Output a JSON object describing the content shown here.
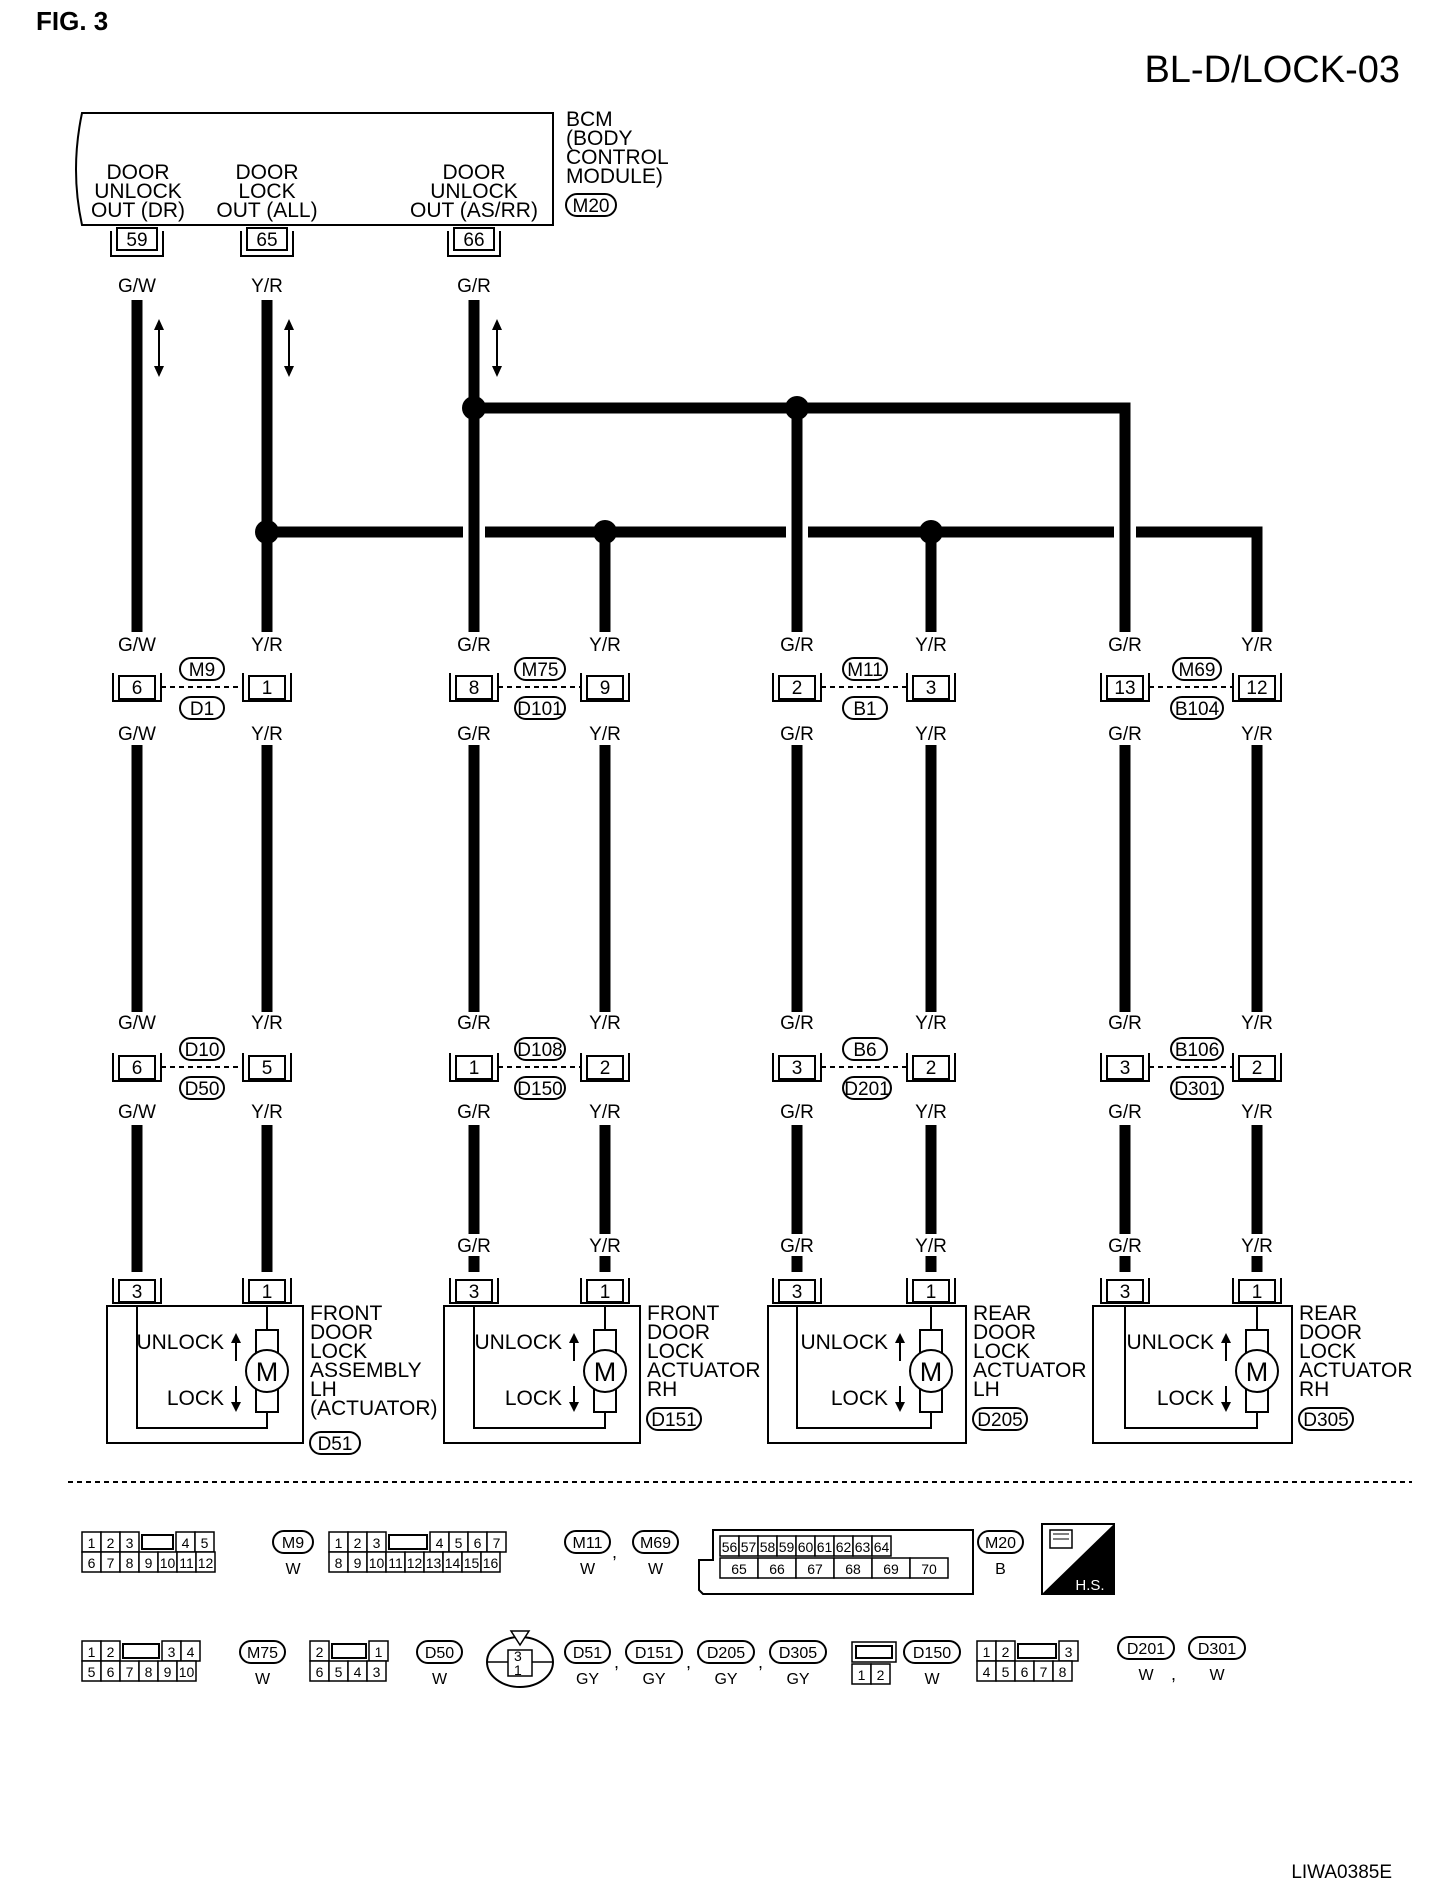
{
  "header": {
    "fig_label": "FIG. 3",
    "page_code": "BL-D/LOCK-03",
    "footer_code": "LIWA0385E"
  },
  "bcm": {
    "name_lines": [
      "BCM",
      "(BODY",
      "CONTROL",
      "MODULE)"
    ],
    "connector": "M20",
    "outputs": [
      {
        "lines": [
          "DOOR",
          "UNLOCK",
          "OUT (DR)"
        ],
        "pin": "59",
        "wire": "G/W"
      },
      {
        "lines": [
          "DOOR",
          "LOCK",
          "OUT (ALL)"
        ],
        "pin": "65",
        "wire": "Y/R"
      },
      {
        "lines": [
          "DOOR",
          "UNLOCK",
          "OUT (AS/RR)"
        ],
        "pin": "66",
        "wire": "G/R"
      }
    ]
  },
  "columns": [
    {
      "j1": {
        "top": "M9",
        "bottom": "D1",
        "lpin": "6",
        "rpin": "1"
      },
      "j2": {
        "top": "D10",
        "bottom": "D50",
        "lpin": "6",
        "rpin": "5"
      },
      "lwire": "G/W",
      "rwire": "Y/R",
      "actuator": {
        "lpin": "3",
        "rpin": "1",
        "unlock": "UNLOCK",
        "lock": "LOCK",
        "motor": "M",
        "name_lines": [
          "FRONT",
          "DOOR",
          "LOCK",
          "ASSEMBLY",
          "LH",
          "(ACTUATOR)"
        ],
        "connector": "D51"
      }
    },
    {
      "j1": {
        "top": "M75",
        "bottom": "D101",
        "lpin": "8",
        "rpin": "9"
      },
      "j2": {
        "top": "D108",
        "bottom": "D150",
        "lpin": "1",
        "rpin": "2"
      },
      "lwire": "G/R",
      "rwire": "Y/R",
      "actuator": {
        "lpin": "3",
        "rpin": "1",
        "unlock": "UNLOCK",
        "lock": "LOCK",
        "motor": "M",
        "name_lines": [
          "FRONT",
          "DOOR",
          "LOCK",
          "ACTUATOR",
          "RH"
        ],
        "connector": "D151"
      }
    },
    {
      "j1": {
        "top": "M11",
        "bottom": "B1",
        "lpin": "2",
        "rpin": "3"
      },
      "j2": {
        "top": "B6",
        "bottom": "D201",
        "lpin": "3",
        "rpin": "2"
      },
      "lwire": "G/R",
      "rwire": "Y/R",
      "actuator": {
        "lpin": "3",
        "rpin": "1",
        "unlock": "UNLOCK",
        "lock": "LOCK",
        "motor": "M",
        "name_lines": [
          "REAR",
          "DOOR",
          "LOCK",
          "ACTUATOR",
          "LH"
        ],
        "connector": "D205"
      }
    },
    {
      "j1": {
        "top": "M69",
        "bottom": "B104",
        "lpin": "13",
        "rpin": "12"
      },
      "j2": {
        "top": "B106",
        "bottom": "D301",
        "lpin": "3",
        "rpin": "2"
      },
      "lwire": "G/R",
      "rwire": "Y/R",
      "actuator": {
        "lpin": "3",
        "rpin": "1",
        "unlock": "UNLOCK",
        "lock": "LOCK",
        "motor": "M",
        "name_lines": [
          "REAR",
          "DOOR",
          "LOCK",
          "ACTUATOR",
          "RH"
        ],
        "connector": "D305"
      }
    }
  ],
  "legend": {
    "m9": {
      "row1": [
        "1",
        "2",
        "3",
        "",
        "4",
        "5"
      ],
      "row2": [
        "6",
        "7",
        "8",
        "9",
        "10",
        "11",
        "12"
      ],
      "labels": [
        "M9"
      ],
      "color": "W"
    },
    "m11": {
      "row1": [
        "1",
        "2",
        "3",
        "",
        "4",
        "5",
        "6",
        "7"
      ],
      "row2": [
        "8",
        "9",
        "10",
        "11",
        "12",
        "13",
        "14",
        "15",
        "16"
      ],
      "labels": [
        "M11",
        "M69"
      ],
      "colors": [
        "W",
        "W"
      ]
    },
    "m20": {
      "row1": [
        "56",
        "57",
        "58",
        "59",
        "60",
        "61",
        "62",
        "63",
        "64"
      ],
      "row2": [
        "65",
        "66",
        "67",
        "68",
        "69",
        "70"
      ],
      "labels": [
        "M20"
      ],
      "color": "B"
    },
    "hs": "H.S.",
    "m75": {
      "row1": [
        "1",
        "2",
        "",
        "3",
        "4"
      ],
      "row2": [
        "5",
        "6",
        "7",
        "8",
        "9",
        "10"
      ],
      "labels": [
        "M75"
      ],
      "color": "W"
    },
    "d50": {
      "row1": [
        "2",
        "",
        "1"
      ],
      "row2": [
        "6",
        "5",
        "4",
        "3"
      ],
      "labels": [
        "D50"
      ],
      "color": "W"
    },
    "round": {
      "top": "3",
      "bottom": "1",
      "labels": [
        "D51",
        "D151",
        "D205",
        "D305"
      ],
      "colors": [
        "GY",
        "GY",
        "GY",
        "GY"
      ]
    },
    "d150": {
      "row2": [
        "1",
        "2"
      ],
      "labels": [
        "D150"
      ],
      "color": "W"
    },
    "d201": {
      "row1": [
        "1",
        "2",
        "",
        "3"
      ],
      "row2": [
        "4",
        "5",
        "6",
        "7",
        "8"
      ],
      "labels": [
        "D201",
        "D301"
      ],
      "colors": [
        "W",
        "W"
      ]
    }
  }
}
